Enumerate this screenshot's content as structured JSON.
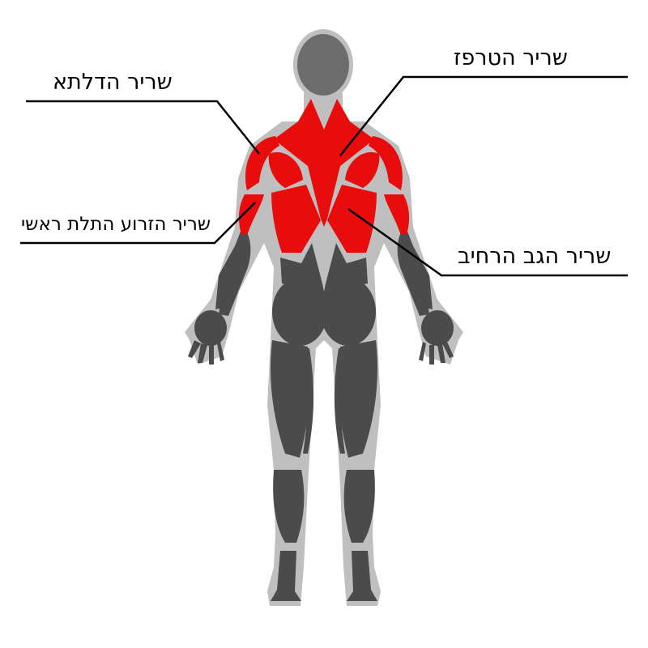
{
  "labels": {
    "trapezius": "שריר הטרפז",
    "deltoid": "שריר הדלתא",
    "triceps": "שריר הזרוע התלת ראשי",
    "latissimus": "שריר הגב הרחיב"
  },
  "colors": {
    "highlight": "#e80c0c",
    "muscle": "#4b4b4b",
    "skin": "#bfbfbf",
    "head": "#6c6c6c",
    "leader": "#000000"
  }
}
